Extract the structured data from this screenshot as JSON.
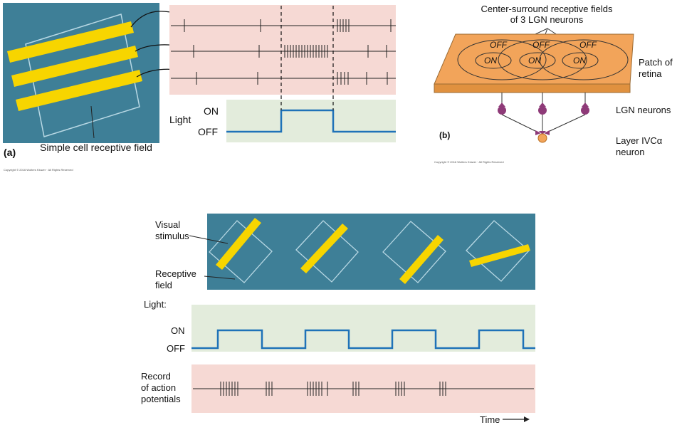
{
  "panel_a": {
    "label": "(a)",
    "rf_label": "Simple cell receptive field",
    "light_label": "Light",
    "on_label": "ON",
    "off_label": "OFF",
    "copyright": "Copyright © 2016 Wolters Kluwer · All Rights Reserved"
  },
  "panel_b": {
    "label": "(b)",
    "title_line1": "Center-surround receptive fields",
    "title_line2": "of 3 LGN neurons",
    "off_labels": [
      "OFF",
      "OFF",
      "OFF"
    ],
    "on_labels": [
      "ON",
      "ON",
      "ON"
    ],
    "retina_line1": "Patch of",
    "retina_line2": "retina",
    "lgn_label": "LGN neurons",
    "layer_line1": "Layer IVCα",
    "layer_line2": "neuron",
    "copyright": "Copyright © 2016 Wolters Kluwer · All Rights Reserved"
  },
  "panel_c": {
    "visual_line1": "Visual",
    "visual_line2": "stimulus",
    "rf_line1": "Receptive",
    "rf_line2": "field",
    "light_label": "Light:",
    "on_label": "ON",
    "off_label": "OFF",
    "record_line1": "Record",
    "record_line2": "of action",
    "record_line3": "potentials",
    "time_label": "Time"
  },
  "colors": {
    "retina_bg": "#3e7f97",
    "bar_yellow": "#f7d500",
    "spike_bg": "#f6d9d4",
    "light_bg": "#e3ecdc",
    "trace_blue": "#1f72b8",
    "orange": "#f2a45a",
    "lgn_purple": "#8e3a78"
  }
}
